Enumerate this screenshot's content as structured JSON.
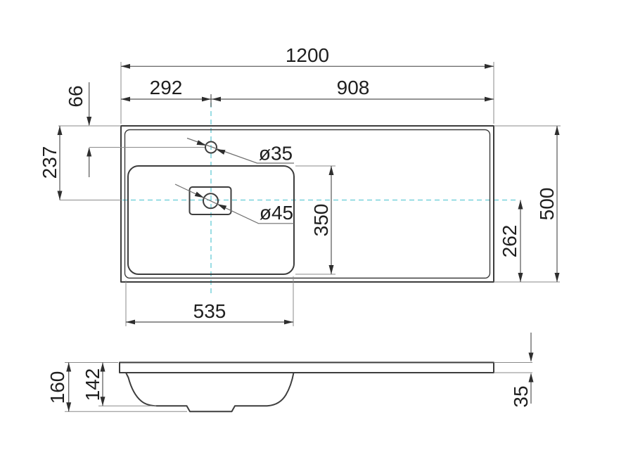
{
  "drawing": {
    "kind": "washbasin-dimension-drawing",
    "colors": {
      "background": "#ffffff",
      "outline": "#3d3d3d",
      "dimension_line": "#555555",
      "extension_line": "#8a8a8a",
      "centerline": "#78d2dc",
      "text": "#1f1f1f"
    },
    "dims": {
      "overall_width": "1200",
      "left_to_faucet_center": "292",
      "faucet_center_to_right": "908",
      "top_edge_to_faucet": "66",
      "top_edge_to_centerline": "237",
      "overall_depth": "500",
      "centerline_to_bottom": "262",
      "basin_inner_depth": "350",
      "basin_width": "535",
      "faucet_hole_diameter": "ø35",
      "drain_hole_diameter": "ø45",
      "side_total_height": "160",
      "side_bowl_depth": "142",
      "side_slab_thickness": "35"
    }
  }
}
